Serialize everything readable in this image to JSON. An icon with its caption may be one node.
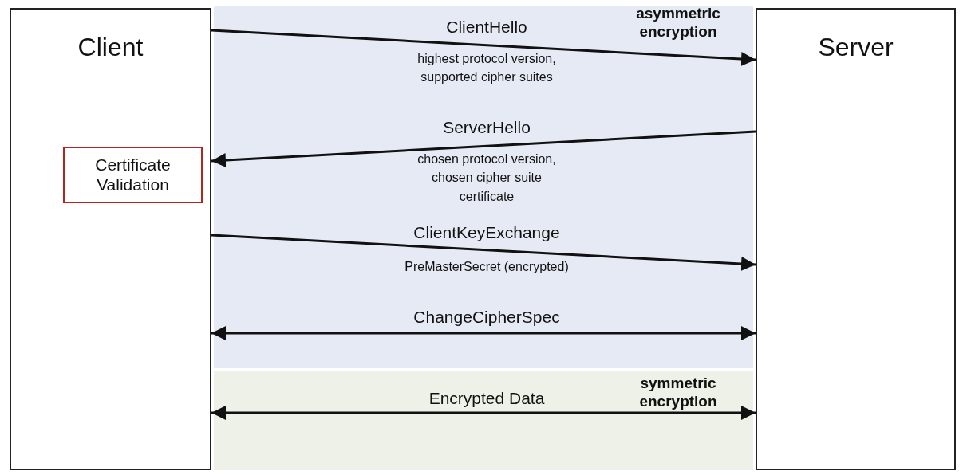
{
  "diagram": {
    "nodes": [
      {
        "text": [
          "Client"
        ]
      },
      {
        "text": [
          "Certificate Validation"
        ],
        "in": 0
      },
      {
        "text": [
          "Server"
        ]
      }
    ],
    "edges": [
      {
        "from": 0,
        "to": 2,
        "arrow": "to",
        "label": "ClientHello"
      },
      {
        "from": 2,
        "to": 0,
        "arrow": "to",
        "label": "ServerHello"
      },
      {
        "from": 0,
        "to": 2,
        "arrow": "to",
        "label": "ClientKeyExchange"
      },
      {
        "from": 0,
        "to": 2,
        "arrow": "both",
        "label": "ChangeCipherSpec"
      },
      {
        "from": 0,
        "to": 2,
        "arrow": "both",
        "label": "Encrypted Data"
      }
    ],
    "labels": [
      "asymmetric encryption",
      "highest protocol version, supported cipher suites",
      "chosen protocol version, chosen cipher suite",
      "certificate",
      "PreMasterSecret (encrypted)",
      "symmetric encryption"
    ]
  }
}
